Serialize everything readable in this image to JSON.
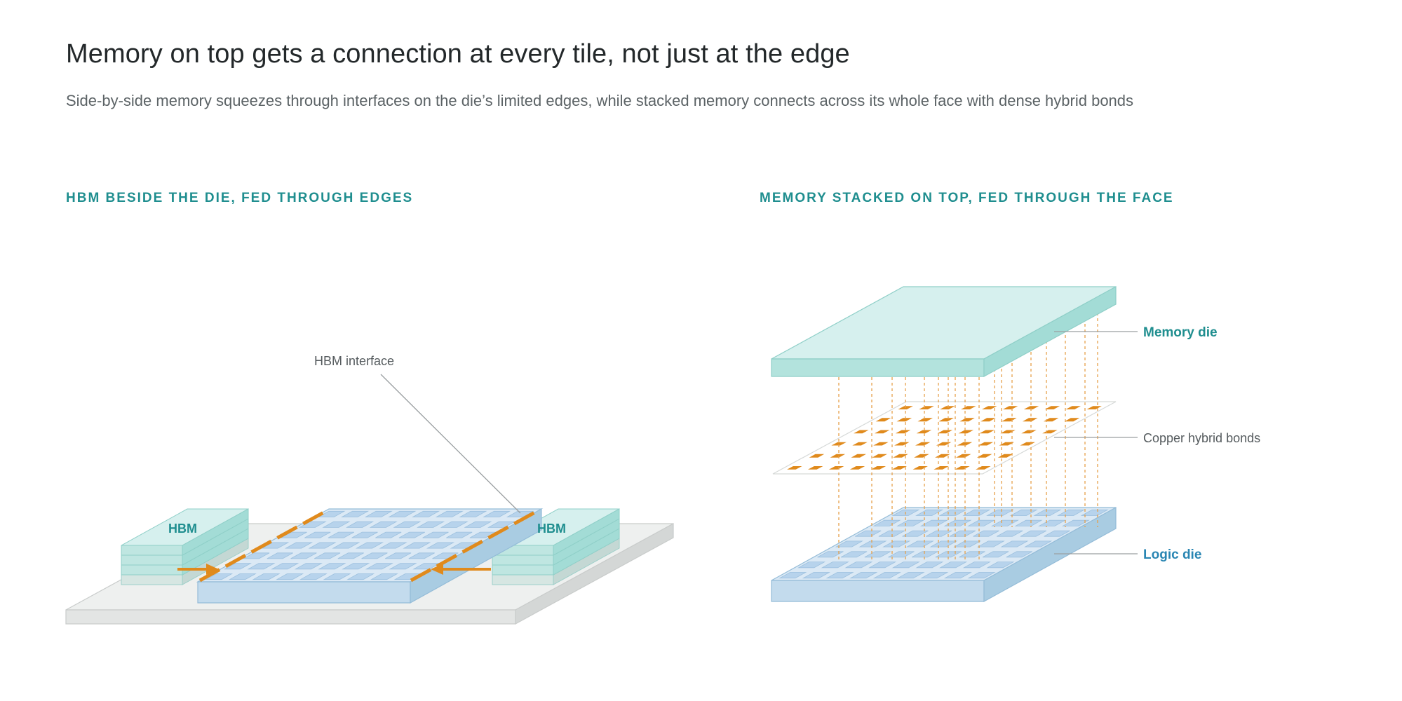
{
  "header": {
    "title": "Memory on top gets a connection at every tile, not just at the edge",
    "subtitle": "Side-by-side memory squeezes through interfaces on the die’s limited edges, while stacked memory connects across its whole face with dense hybrid bonds"
  },
  "left_panel": {
    "label": "HBM BESIDE THE DIE, FED THROUGH EDGES",
    "hbm_left_label": "HBM",
    "hbm_right_label": "HBM",
    "interface_callout": "HBM interface"
  },
  "right_panel": {
    "label": "MEMORY STACKED ON TOP, FED THROUGH THE FACE",
    "memory_die_label": "Memory die",
    "bonds_label": "Copper hybrid bonds",
    "logic_die_label": "Logic die"
  },
  "colors": {
    "teal": "#1f8e8f",
    "memory_top": "#d6f0ee",
    "memory_side": "#a3dcd6",
    "logic_top": "#dbe9f5",
    "logic_side": "#a9cce2",
    "tile": "#b7d3ec",
    "orange": "#e08a1c",
    "substrate": "#eef0ef",
    "logic_label": "#2a86b3"
  }
}
